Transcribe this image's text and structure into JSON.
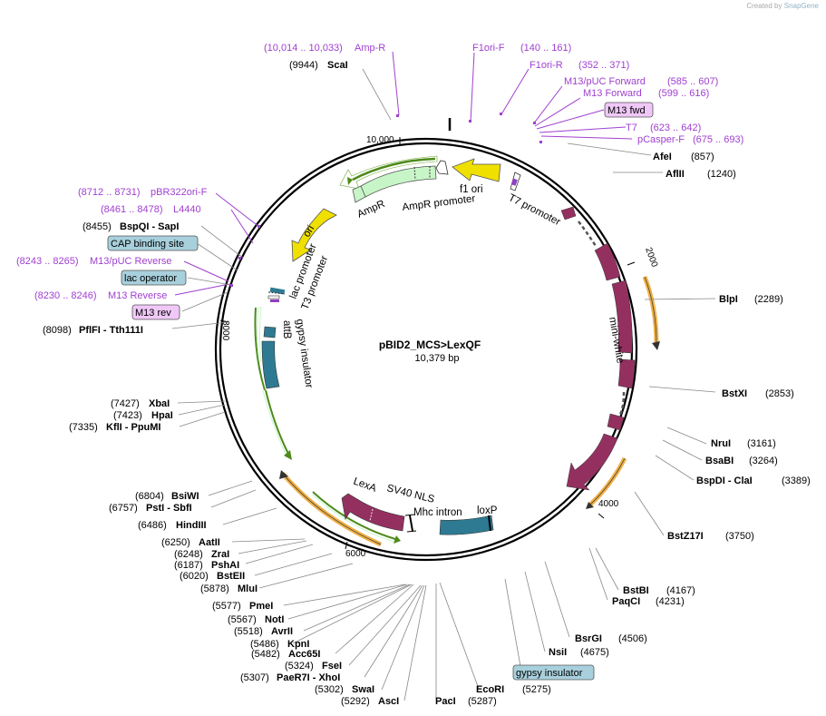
{
  "credit": {
    "prefix": "Created by",
    "brand": "SnapGene"
  },
  "plasmid": {
    "name": "pBID2_MCS>LexQF",
    "length": "10,379 bp"
  },
  "ticks": [
    "10,000",
    "2000",
    "4000",
    "6000",
    "8000"
  ],
  "colors": {
    "primer": "#a040d0",
    "promoter_arrow": "#6aa52a",
    "ori": "#f0e000",
    "ampr": "#c8f5c8",
    "white": "#943060",
    "gypsy": "#2e7a92",
    "orange_feature": "#f0b048",
    "purple_label_bg": "#f0c8f8",
    "teal_label_bg": "#a8d0dc"
  },
  "right_sites": [
    {
      "pos": "(10,014 .. 10,033)",
      "name": "Amp-R",
      "kind": "primer"
    },
    {
      "pos": "(9944)",
      "name": "ScaI",
      "kind": "enzyme"
    },
    {
      "pos": "(140 .. 161)",
      "name": "F1ori-F",
      "kind": "primer"
    },
    {
      "pos": "(352 .. 371)",
      "name": "F1ori-R",
      "kind": "primer"
    },
    {
      "pos": "(585 .. 607)",
      "name": "M13/pUC Forward",
      "kind": "primer"
    },
    {
      "pos": "(599 .. 616)",
      "name": "M13 Forward",
      "kind": "primer"
    },
    {
      "pos": "",
      "name": "M13 fwd",
      "kind": "primer-box"
    },
    {
      "pos": "(623 .. 642)",
      "name": "T7",
      "kind": "primer"
    },
    {
      "pos": "(675 .. 693)",
      "name": "pCasper-F",
      "kind": "primer"
    },
    {
      "pos": "(857)",
      "name": "AfeI",
      "kind": "enzyme"
    },
    {
      "pos": "(1240)",
      "name": "AflII",
      "kind": "enzyme"
    },
    {
      "pos": "(2289)",
      "name": "BlpI",
      "kind": "enzyme"
    },
    {
      "pos": "(2853)",
      "name": "BstXI",
      "kind": "enzyme"
    },
    {
      "pos": "(3161)",
      "name": "NruI",
      "kind": "enzyme"
    },
    {
      "pos": "(3264)",
      "name": "BsaBI",
      "kind": "enzyme"
    },
    {
      "pos": "(3389)",
      "name": "BspDI - ClaI",
      "kind": "enzyme"
    },
    {
      "pos": "(3750)",
      "name": "BstZ17I",
      "kind": "enzyme"
    },
    {
      "pos": "(4167)",
      "name": "BstBI",
      "kind": "enzyme"
    },
    {
      "pos": "(4231)",
      "name": "PaqCI",
      "kind": "enzyme"
    },
    {
      "pos": "(4506)",
      "name": "BsrGI",
      "kind": "enzyme"
    },
    {
      "pos": "(4675)",
      "name": "NsiI",
      "kind": "enzyme"
    },
    {
      "pos": "",
      "name": "gypsy insulator",
      "kind": "feature-box"
    },
    {
      "pos": "(5275)",
      "name": "EcoRI",
      "kind": "enzyme"
    },
    {
      "pos": "(5287)",
      "name": "PacI",
      "kind": "enzyme"
    }
  ],
  "left_sites": [
    {
      "pos": "(8712 .. 8731)",
      "name": "pBR322ori-F",
      "kind": "primer"
    },
    {
      "pos": "(8461 .. 8478)",
      "name": "L4440",
      "kind": "primer"
    },
    {
      "pos": "(8455)",
      "name": "BspQI - SapI",
      "kind": "enzyme"
    },
    {
      "pos": "",
      "name": "CAP binding site",
      "kind": "feature-box"
    },
    {
      "pos": "(8243 .. 8265)",
      "name": "M13/pUC Reverse",
      "kind": "primer"
    },
    {
      "pos": "",
      "name": "lac operator",
      "kind": "feature-box"
    },
    {
      "pos": "(8230 .. 8246)",
      "name": "M13 Reverse",
      "kind": "primer"
    },
    {
      "pos": "",
      "name": "M13 rev",
      "kind": "primer-box"
    },
    {
      "pos": "(8098)",
      "name": "PflFI - Tth111I",
      "kind": "enzyme"
    },
    {
      "pos": "(7427)",
      "name": "XbaI",
      "kind": "enzyme"
    },
    {
      "pos": "(7423)",
      "name": "HpaI",
      "kind": "enzyme"
    },
    {
      "pos": "(7335)",
      "name": "KflI - PpuMI",
      "kind": "enzyme"
    },
    {
      "pos": "(6804)",
      "name": "BsiWI",
      "kind": "enzyme"
    },
    {
      "pos": "(6757)",
      "name": "PstI - SbfI",
      "kind": "enzyme"
    },
    {
      "pos": "(6486)",
      "name": "HindIII",
      "kind": "enzyme"
    },
    {
      "pos": "(6250)",
      "name": "AatII",
      "kind": "enzyme"
    },
    {
      "pos": "(6248)",
      "name": "ZraI",
      "kind": "enzyme"
    },
    {
      "pos": "(6187)",
      "name": "PshAI",
      "kind": "enzyme"
    },
    {
      "pos": "(6020)",
      "name": "BstEII",
      "kind": "enzyme"
    },
    {
      "pos": "(5878)",
      "name": "MluI",
      "kind": "enzyme"
    },
    {
      "pos": "(5577)",
      "name": "PmeI",
      "kind": "enzyme"
    },
    {
      "pos": "(5567)",
      "name": "NotI",
      "kind": "enzyme"
    },
    {
      "pos": "(5518)",
      "name": "AvrII",
      "kind": "enzyme"
    },
    {
      "pos": "(5486)",
      "name": "KpnI",
      "kind": "enzyme"
    },
    {
      "pos": "(5482)",
      "name": "Acc65I",
      "kind": "enzyme"
    },
    {
      "pos": "(5324)",
      "name": "FseI",
      "kind": "enzyme"
    },
    {
      "pos": "(5307)",
      "name": "PaeR7I - XhoI",
      "kind": "enzyme"
    },
    {
      "pos": "(5302)",
      "name": "SwaI",
      "kind": "enzyme"
    },
    {
      "pos": "(5292)",
      "name": "AscI",
      "kind": "enzyme"
    }
  ],
  "features": {
    "f1_ori": "f1 ori",
    "ampr_promoter": "AmpR promoter",
    "ampr": "AmpR",
    "ori": "ori",
    "t7_promoter": "T7 promoter",
    "lac_promoter": "lac promoter",
    "t3_promoter": "T3 promoter",
    "attb": "attB",
    "gypsy_insulator": "gypsy insulator",
    "mini_white": "mini-white",
    "lexa": "LexA",
    "sv40_nls": "SV40 NLS",
    "mhc_intron": "Mhc intron",
    "loxp": "loxP"
  }
}
